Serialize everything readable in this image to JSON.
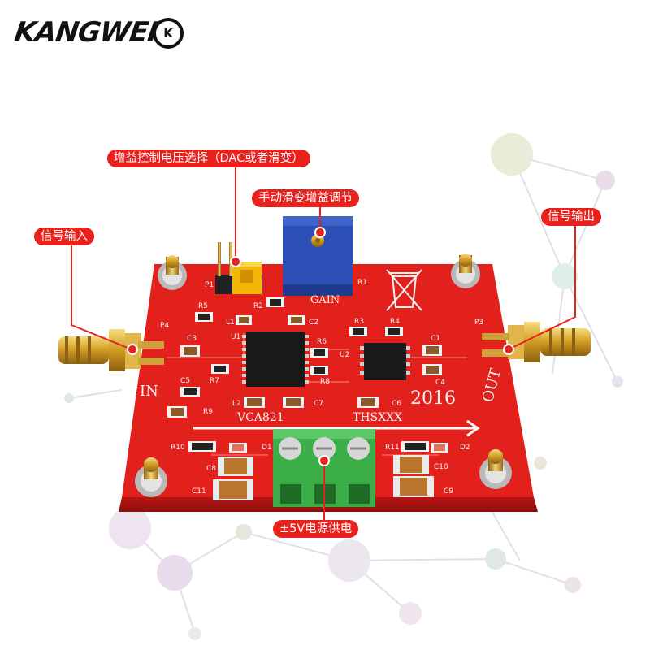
{
  "brand": {
    "name": "KANGWEI",
    "mark": "K"
  },
  "callouts": {
    "gain_voltage_select": "增益控制电压选择（DAC或者滑变）",
    "manual_gain_adjust": "手动滑变增益调节",
    "signal_input": "信号输入",
    "signal_output": "信号输出",
    "power_supply": "±5V电源供电"
  },
  "silkscreen": {
    "gain": "GAIN",
    "input": "IN",
    "output": "OUT",
    "year": "2016",
    "chip1": "VCA821",
    "chip2": "THSXXX"
  },
  "refs": {
    "r5": "R5",
    "r2": "R2",
    "l1": "L1",
    "u1": "U1",
    "c2": "C2",
    "c3": "C3",
    "p4": "P4",
    "r1": "R1",
    "r3": "R3",
    "r4": "R4",
    "r6": "R6",
    "u2": "U2",
    "c1": "C1",
    "c4": "C4",
    "p3": "P3",
    "r7": "R7",
    "r8": "R8",
    "c5": "C5",
    "r9": "R9",
    "l2": "L2",
    "c7": "C7",
    "c6": "C6",
    "r10": "R10",
    "d1": "D1",
    "r11": "R11",
    "d2": "D2",
    "c8": "C8",
    "c10": "C10",
    "c11": "C11",
    "c9": "C9",
    "p1": "P1"
  },
  "colors": {
    "pcb": "#e21f1c",
    "callout": "#e8211c",
    "terminal": "#3cae47",
    "pot": "#2b4fb5",
    "gold": "#d9a928"
  }
}
